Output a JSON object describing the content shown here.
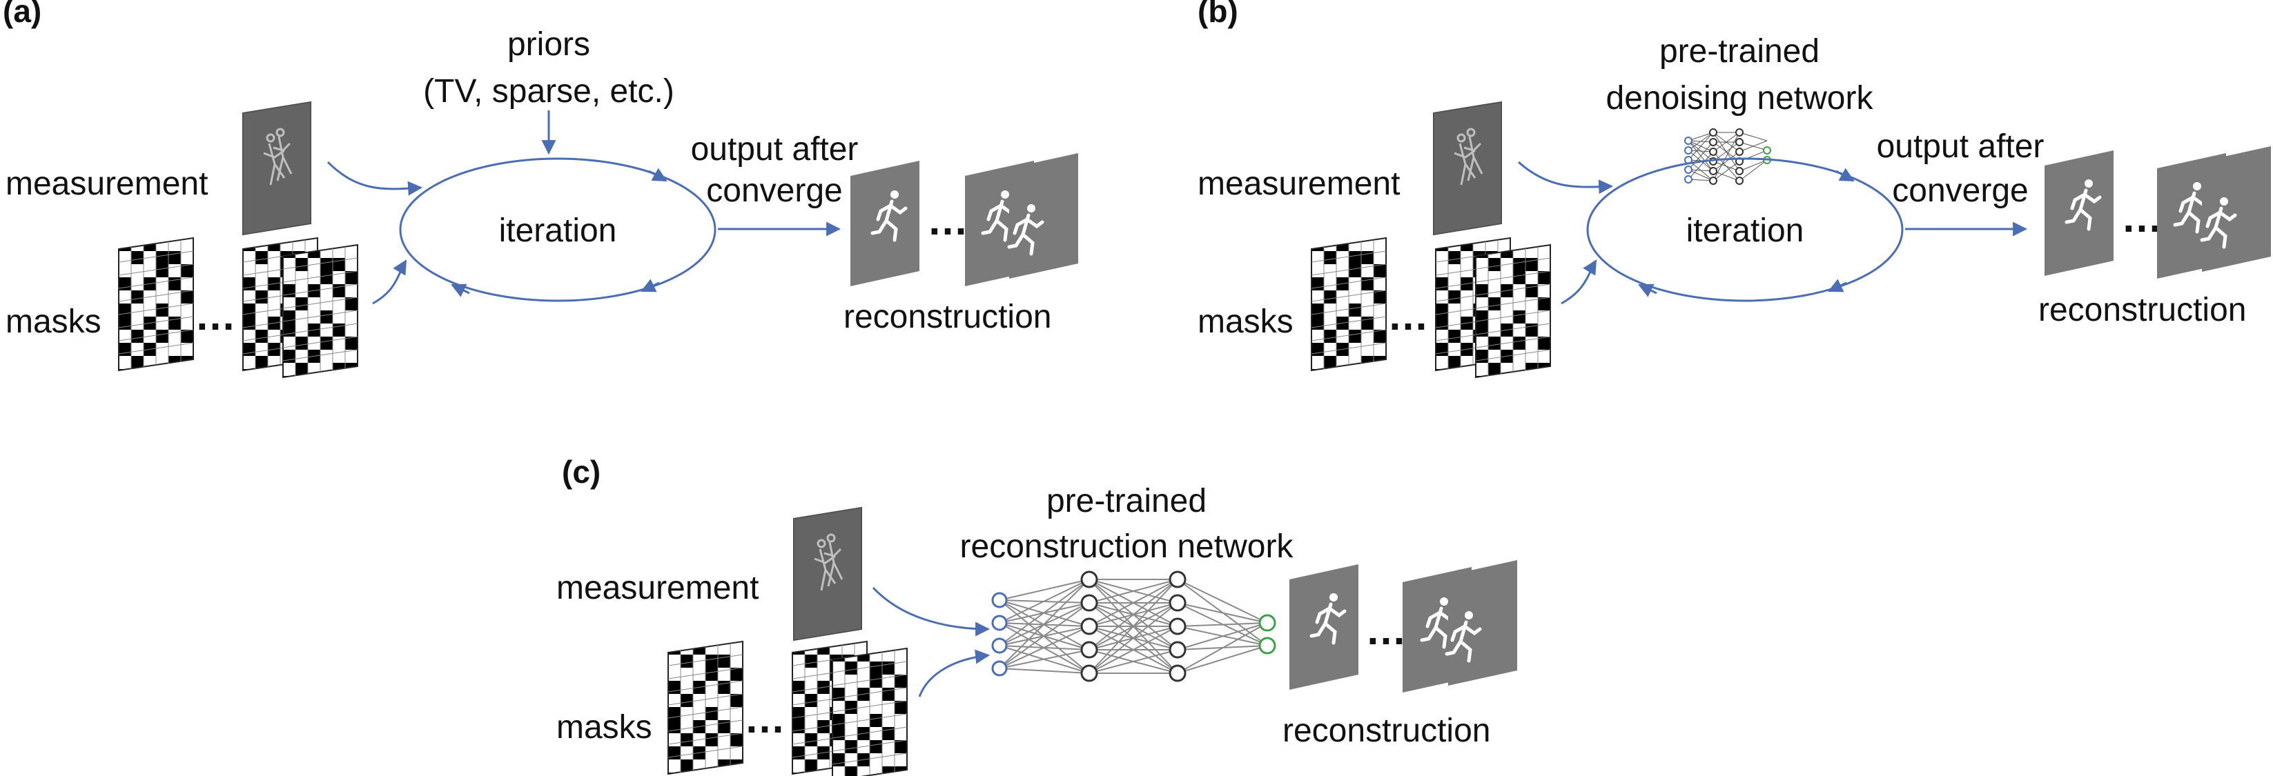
{
  "panels": {
    "a": {
      "label": "(a)",
      "priors": "priors",
      "priors_detail": "(TV, sparse, etc.)",
      "measurement": "measurement",
      "masks": "masks",
      "iteration": "iteration",
      "output_line1": "output after",
      "output_line2": "converge",
      "reconstruction": "reconstruction"
    },
    "b": {
      "label": "(b)",
      "network_line1": "pre-trained",
      "network_line2": "denoising network",
      "measurement": "measurement",
      "masks": "masks",
      "iteration": "iteration",
      "output_line1": "output after",
      "output_line2": "converge",
      "reconstruction": "reconstruction"
    },
    "c": {
      "label": "(c)",
      "network_line1": "pre-trained",
      "network_line2": "reconstruction network",
      "measurement": "measurement",
      "masks": "masks",
      "reconstruction": "reconstruction"
    }
  },
  "colors": {
    "arrow": "#4a6db3",
    "input_node": "#4a6db3",
    "output_node": "#3fa048",
    "frame": "#7a7a7a",
    "text": "#111111"
  },
  "icons": {
    "ellipsis": "…",
    "runner": "running-figure-icon"
  }
}
